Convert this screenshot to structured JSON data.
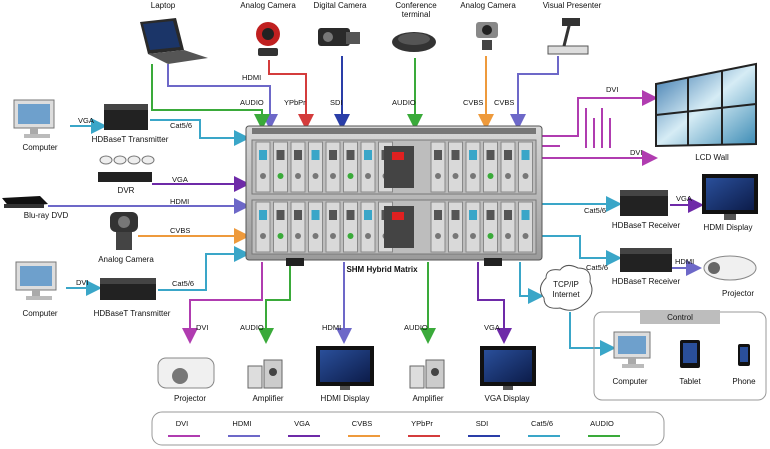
{
  "colors": {
    "DVI": "#b03cb0",
    "HDMI": "#6d68c8",
    "VGA": "#6e2aa8",
    "CVBS": "#ee9a3c",
    "YPbPr": "#d43c3c",
    "SDI": "#2a3ea8",
    "Cat5/6": "#3aa6c8",
    "AUDIO": "#3aaa3a"
  },
  "matrix_label": "SHM Hybrid Matrix",
  "top_devices": [
    {
      "label": "Laptop",
      "icon": "laptop-icon"
    },
    {
      "label": "Analog Camera",
      "icon": "webcam-icon"
    },
    {
      "label": "Digital Camera",
      "icon": "video-camera-icon"
    },
    {
      "label": "Conference\nterminal",
      "icon": "conference-phone-icon"
    },
    {
      "label": "Analog Camera",
      "icon": "webcam-icon"
    },
    {
      "label": "Visual Presenter",
      "icon": "document-camera-icon"
    }
  ],
  "left_devices": [
    {
      "label": "Computer",
      "icon": "monitor-pc-icon"
    },
    {
      "label": "HDBaseT Transmitter",
      "icon": "transmitter-icon"
    },
    {
      "label": "DVR",
      "icon": "dvr-icon"
    },
    {
      "label": "Blu-ray DVD",
      "icon": "bluray-player-icon"
    },
    {
      "label": "Analog Camera",
      "icon": "webcam-icon"
    },
    {
      "label": "Computer",
      "icon": "monitor-pc-icon"
    },
    {
      "label": "HDBaseT Transmitter",
      "icon": "transmitter-icon"
    }
  ],
  "right_devices": [
    {
      "label": "LCD Wall",
      "icon": "video-wall-icon"
    },
    {
      "label": "HDBaseT Receiver",
      "icon": "receiver-icon"
    },
    {
      "label": "HDMI Display",
      "icon": "display-icon"
    },
    {
      "label": "HDBaseT Receiver",
      "icon": "receiver-icon"
    },
    {
      "label": "Projector",
      "icon": "projector-icon"
    }
  ],
  "bottom_devices": [
    {
      "label": "Projector",
      "icon": "projector-icon"
    },
    {
      "label": "Amplifier",
      "icon": "amplifier-icon"
    },
    {
      "label": "HDMI Display",
      "icon": "display-icon"
    },
    {
      "label": "Amplifier",
      "icon": "amplifier-icon"
    },
    {
      "label": "VGA Display",
      "icon": "display-icon"
    }
  ],
  "network": {
    "label": "TCP/IP\nInternet",
    "control_title": "Control",
    "devices": [
      {
        "label": "Computer",
        "icon": "monitor-pc-icon"
      },
      {
        "label": "Tablet",
        "icon": "tablet-icon"
      },
      {
        "label": "Phone",
        "icon": "phone-icon"
      }
    ]
  },
  "signal_labels": {
    "laptop_hdmi": "HDMI",
    "laptop_audio": "AUDIO",
    "cam_ypbpr": "YPbPr",
    "digicam_sdi": "SDI",
    "conf_audio": "AUDIO",
    "cam2_cvbs": "CVBS",
    "presenter_cvbs": "CVBS",
    "pc_vga": "VGA",
    "tx_cat": "Cat5/6",
    "dvr_vga": "VGA",
    "dvd_hdmi": "HDMI",
    "cam3_cvbs": "CVBS",
    "pc2_dvi": "DVI",
    "tx2_cat": "Cat5/6",
    "wall_dvi_1": "DVI",
    "wall_dvi_2": "DVI",
    "rx_cat": "Cat5/6",
    "rx_vga": "VGA",
    "rx2_cat": "Cat5/6",
    "rx2_hdmi": "HDMI",
    "b_dvi": "DVI",
    "b_audio_1": "AUDIO",
    "b_hdmi": "HDMI",
    "b_audio_2": "AUDIO",
    "b_vga": "VGA"
  },
  "legend": [
    {
      "name": "DVI",
      "color": "#b03cb0"
    },
    {
      "name": "HDMI",
      "color": "#6d68c8"
    },
    {
      "name": "VGA",
      "color": "#6e2aa8"
    },
    {
      "name": "CVBS",
      "color": "#ee9a3c"
    },
    {
      "name": "YPbPr",
      "color": "#d43c3c"
    },
    {
      "name": "SDI",
      "color": "#2a3ea8"
    },
    {
      "name": "Cat5/6",
      "color": "#3aa6c8"
    },
    {
      "name": "AUDIO",
      "color": "#3aaa3a"
    }
  ]
}
